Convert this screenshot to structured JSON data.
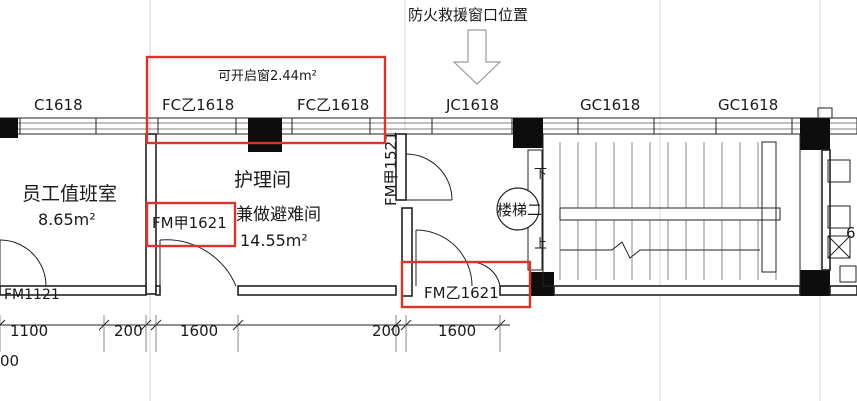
{
  "header_note": "防火救援窗口位置",
  "windows": {
    "c1618": "C1618",
    "fc1": "FC乙1618",
    "fc2": "FC乙1618",
    "jc1618": "JC1618",
    "gc1": "GC1618",
    "gc2": "GC1618"
  },
  "annotations": {
    "openable_window": "可开启窗2.44m²"
  },
  "rooms": {
    "duty_room_name": "员工值班室",
    "duty_room_area": "8.65m²",
    "nurse_room_name": "护理间",
    "nurse_room_sub": "兼做避难间",
    "nurse_room_area": "14.55m²",
    "stair_name": "楼梯二",
    "stair_down": "下",
    "stair_up": "上"
  },
  "doors": {
    "fm1121": "FM1121",
    "fm_jia_1621": "FM甲1621",
    "fm_jia_1521": "FM甲1521",
    "fm_yi_1621": "FM乙1621"
  },
  "dimensions": {
    "d1100": "1100",
    "d200_a": "200",
    "d1600_a": "1600",
    "d200_b": "200",
    "d1600_b": "1600",
    "d_left_partial": "00"
  },
  "edge_text": {
    "right_digit": "6"
  },
  "colors": {
    "highlight": "#d9342b",
    "line": "#222222"
  }
}
